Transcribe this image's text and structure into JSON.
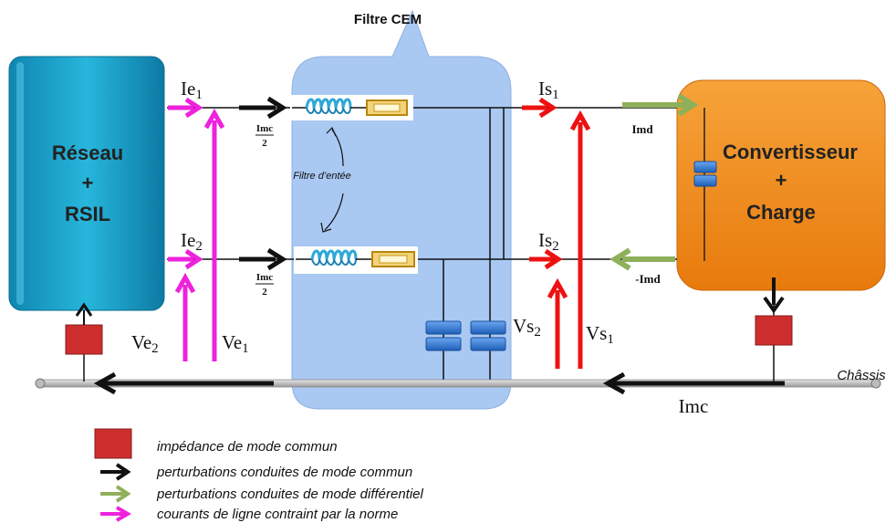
{
  "title": "Filtre CEM",
  "blocks": {
    "network": {
      "line1": "Réseau",
      "line2": "+",
      "line3": "RSIL"
    },
    "converter": {
      "line1": "Convertisseur",
      "line2": "+",
      "line3": "Charge"
    }
  },
  "labels": {
    "ie1": "Ie",
    "ie1_sub": "1",
    "ie2": "Ie",
    "ie2_sub": "2",
    "is1": "Is",
    "is1_sub": "1",
    "is2": "Is",
    "is2_sub": "2",
    "ve1": "Ve",
    "ve1_sub": "1",
    "ve2": "Ve",
    "ve2_sub": "2",
    "vs1": "Vs",
    "vs1_sub": "1",
    "vs2": "Vs",
    "vs2_sub": "2",
    "imc_top_num": "Imc",
    "imc_top_den": "2",
    "imc_bot_num": "Imc",
    "imc_bot_den": "2",
    "imd": "Imd",
    "neg_imd": "-Imd",
    "imc": "Imc",
    "chassis": "Châssis",
    "input_filter": "Filtre d’entée"
  },
  "legend": [
    {
      "icon": "common-mode-impedance-icon",
      "text": "impédance de mode commun"
    },
    {
      "icon": "common-mode-arrow-icon",
      "text": "perturbations conduites de mode commun"
    },
    {
      "icon": "differential-mode-arrow-icon",
      "text": "perturbations conduites de mode différentiel"
    },
    {
      "icon": "line-current-arrow-icon",
      "text": "courants de ligne contraint par la norme"
    }
  ],
  "colors": {
    "network_block": "#1aa6cc",
    "filter_bubble": "#a9c8f2",
    "converter_block": "#f28a16",
    "impedance": "#cc2e2e",
    "common_mode": "#000000",
    "differential_mode": "#8fb05a",
    "line_current": "#ee22dd",
    "output_arrows": "#ee1111",
    "capacitor": "#2a6fc7"
  }
}
